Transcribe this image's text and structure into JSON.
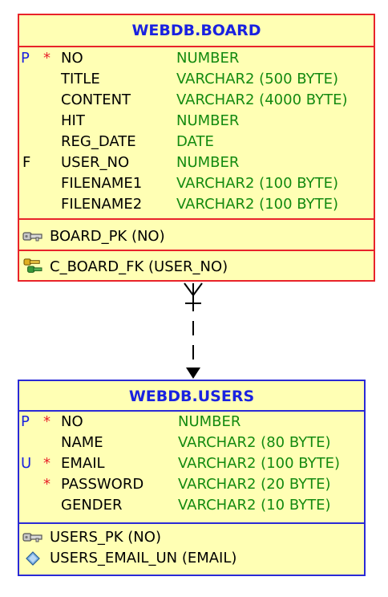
{
  "tables": [
    {
      "name": "WEBDB.BOARD",
      "columns": [
        {
          "flag": "P",
          "required": "*",
          "name": "NO",
          "type": "NUMBER"
        },
        {
          "flag": "",
          "required": "",
          "name": "TITLE",
          "type": "VARCHAR2 (500 BYTE)"
        },
        {
          "flag": "",
          "required": "",
          "name": "CONTENT",
          "type": "VARCHAR2 (4000 BYTE)"
        },
        {
          "flag": "",
          "required": "",
          "name": "HIT",
          "type": "NUMBER"
        },
        {
          "flag": "",
          "required": "",
          "name": "REG_DATE",
          "type": "DATE"
        },
        {
          "flag": "F",
          "required": "",
          "name": "USER_NO",
          "type": "NUMBER"
        },
        {
          "flag": "",
          "required": "",
          "name": "FILENAME1",
          "type": "VARCHAR2 (100 BYTE)"
        },
        {
          "flag": "",
          "required": "",
          "name": "FILENAME2",
          "type": "VARCHAR2 (100 BYTE)"
        }
      ],
      "keys": [
        {
          "icon": "primary-key-icon",
          "label": "BOARD_PK (NO)"
        }
      ],
      "foreign_keys": [
        {
          "icon": "foreign-key-icon",
          "label": "C_BOARD_FK (USER_NO)"
        }
      ],
      "border_color": "#e8232a"
    },
    {
      "name": "WEBDB.USERS",
      "columns": [
        {
          "flag": "P",
          "required": "*",
          "name": "NO",
          "type": "NUMBER"
        },
        {
          "flag": "",
          "required": "",
          "name": "NAME",
          "type": "VARCHAR2 (80 BYTE)"
        },
        {
          "flag": "U",
          "required": "*",
          "name": "EMAIL",
          "type": "VARCHAR2 (100 BYTE)"
        },
        {
          "flag": "",
          "required": "*",
          "name": "PASSWORD",
          "type": "VARCHAR2 (20 BYTE)"
        },
        {
          "flag": "",
          "required": "",
          "name": "GENDER",
          "type": "VARCHAR2 (10 BYTE)"
        }
      ],
      "keys": [
        {
          "icon": "primary-key-icon",
          "label": "USERS_PK (NO)"
        },
        {
          "icon": "unique-key-icon",
          "label": "USERS_EMAIL_UN (EMAIL)"
        }
      ],
      "border_color": "#2a2ad6"
    }
  ],
  "relationship": {
    "from": "WEBDB.BOARD",
    "to": "WEBDB.USERS",
    "cardinality": "many-to-one",
    "style": "dashed"
  },
  "colors": {
    "header_text": "#1a22e0",
    "type_text": "#138a10",
    "required_star": "#e8232a",
    "table_fill": "#ffffb4"
  }
}
